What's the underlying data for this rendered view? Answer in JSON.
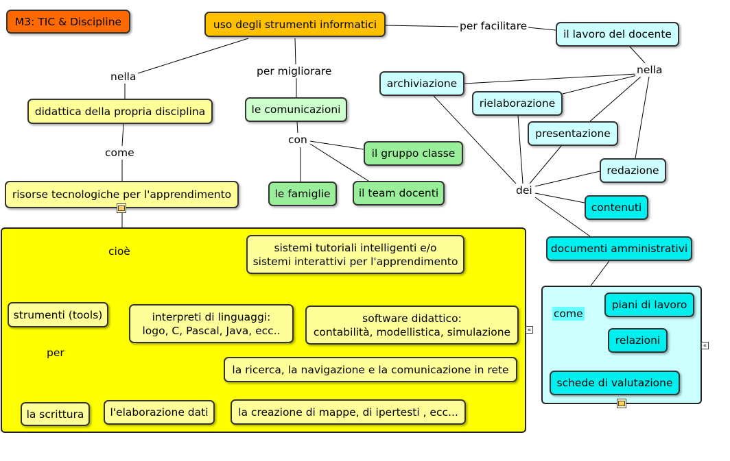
{
  "title": "M3: TIC & Discipline",
  "nodes": {
    "uso": "uso degli strumenti informatici",
    "lavoro_docente": "il lavoro del docente",
    "didattica": "didattica della propria disciplina",
    "comunicazioni": "le comunicazioni",
    "risorse": "risorse tecnologiche per l'apprendimento",
    "gruppo_classe": "il gruppo classe",
    "famiglie": "le famiglie",
    "team_docenti": "il team docenti",
    "archiviazione": "archiviazione",
    "rielaborazione": "rielaborazione",
    "presentazione": "presentazione",
    "redazione": "redazione",
    "contenuti": "contenuti",
    "documenti": "documenti amministrativi",
    "sistemi": "sistemi tutoriali intelligenti e/o\nsistemi interattivi per l'apprendimento",
    "strumenti": "strumenti (tools)",
    "interpreti": "interpreti di linguaggi:\nlogo, C, Pascal, Java, ecc..",
    "software": "software didattico:\ncontabilità, modellistica, simulazione",
    "ricerca": "la ricerca, la navigazione e la comunicazione in rete",
    "scrittura": "la scrittura",
    "elaborazione": "l'elaborazione dati",
    "creazione": "la creazione di mappe, di ipertesti , ecc...",
    "piani": "piani di lavoro",
    "relazioni": "relazioni",
    "schede": "schede di valutazione"
  },
  "links": {
    "per_facilitare": "per facilitare",
    "nella_left": "nella",
    "per_migliorare": "per migliorare",
    "nella_right": "nella",
    "come_left": "come",
    "con": "con",
    "dei": "dei",
    "cioe": "cioè",
    "per": "per",
    "come_right": "come"
  },
  "icons": {
    "collapse": "«",
    "resource": "resource-icon"
  }
}
